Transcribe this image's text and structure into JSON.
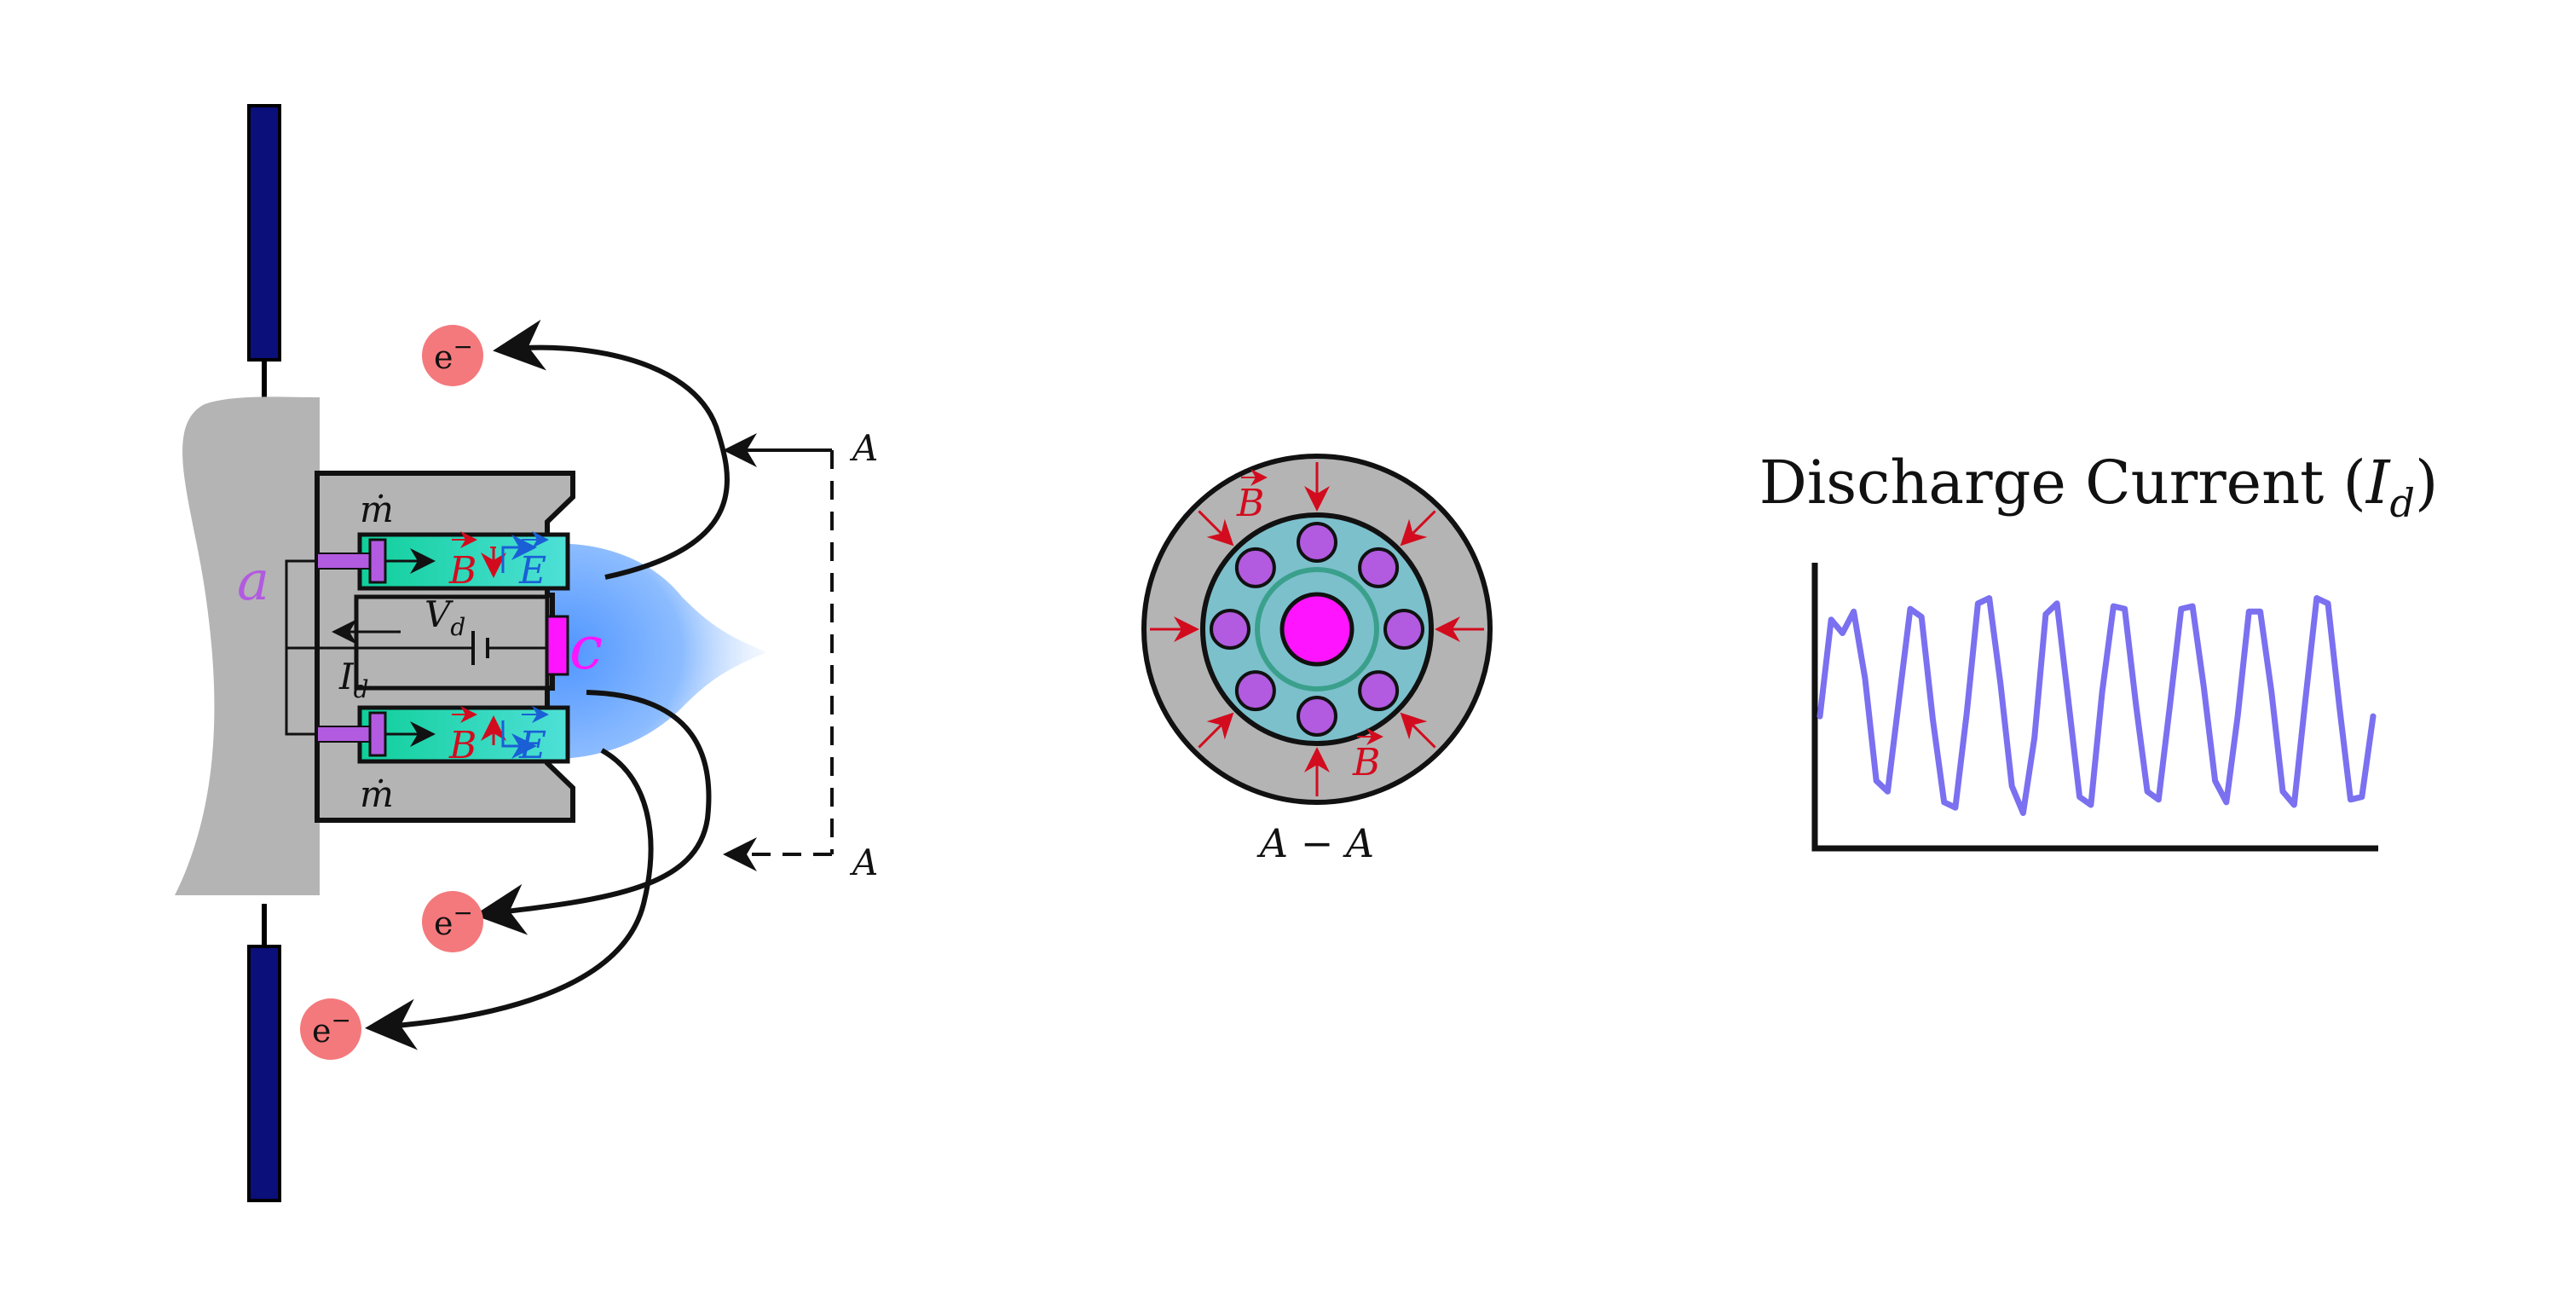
{
  "colors": {
    "panel_navy": "#0b0f7a",
    "body_gray": "#b4b4b4",
    "channel_green": "#19d9b0",
    "plasma_blue": "#6aa6ff",
    "anode_purple": "#b25ae0",
    "cathode_magenta": "#ff14ff",
    "electron_red": "#f4797c",
    "field_red": "#d20c1e",
    "field_blue": "#1a5fd6",
    "signal_lavender": "#7a70f0",
    "cross_teal": "#7cc0cc",
    "text_black": "#111111"
  },
  "thruster": {
    "mass_flow_top": "ṁ",
    "mass_flow_bottom": "ṁ",
    "anode_label": "a",
    "cathode_label": "c",
    "voltage_label": "V",
    "voltage_sub": "d",
    "current_label": "I",
    "current_sub": "d",
    "b_label": "B",
    "e_label": "E",
    "electron_label": "e",
    "electron_sup": "−",
    "section_top": "A",
    "section_bottom": "A"
  },
  "cross_section": {
    "caption": "A − A",
    "b_label_top": "B",
    "b_label_bottom": "B"
  },
  "chart_data": {
    "type": "line",
    "title": "Discharge Current (I_d)",
    "title_text": "Discharge Current (",
    "title_symbol": "I",
    "title_sub": "d",
    "title_close": ")",
    "xlabel": "",
    "ylabel": "",
    "axis_ticks": false,
    "grid": false,
    "series": [
      {
        "values": [
          0.46,
          0.82,
          0.77,
          0.85,
          0.6,
          0.22,
          0.18,
          0.52,
          0.86,
          0.83,
          0.45,
          0.14,
          0.12,
          0.47,
          0.88,
          0.9,
          0.58,
          0.2,
          0.1,
          0.38,
          0.84,
          0.88,
          0.52,
          0.16,
          0.13,
          0.55,
          0.87,
          0.86,
          0.5,
          0.18,
          0.15,
          0.5,
          0.86,
          0.87,
          0.57,
          0.22,
          0.14,
          0.46,
          0.85,
          0.85,
          0.55,
          0.18,
          0.13,
          0.52,
          0.9,
          0.88,
          0.5,
          0.15,
          0.16,
          0.46
        ]
      }
    ]
  }
}
